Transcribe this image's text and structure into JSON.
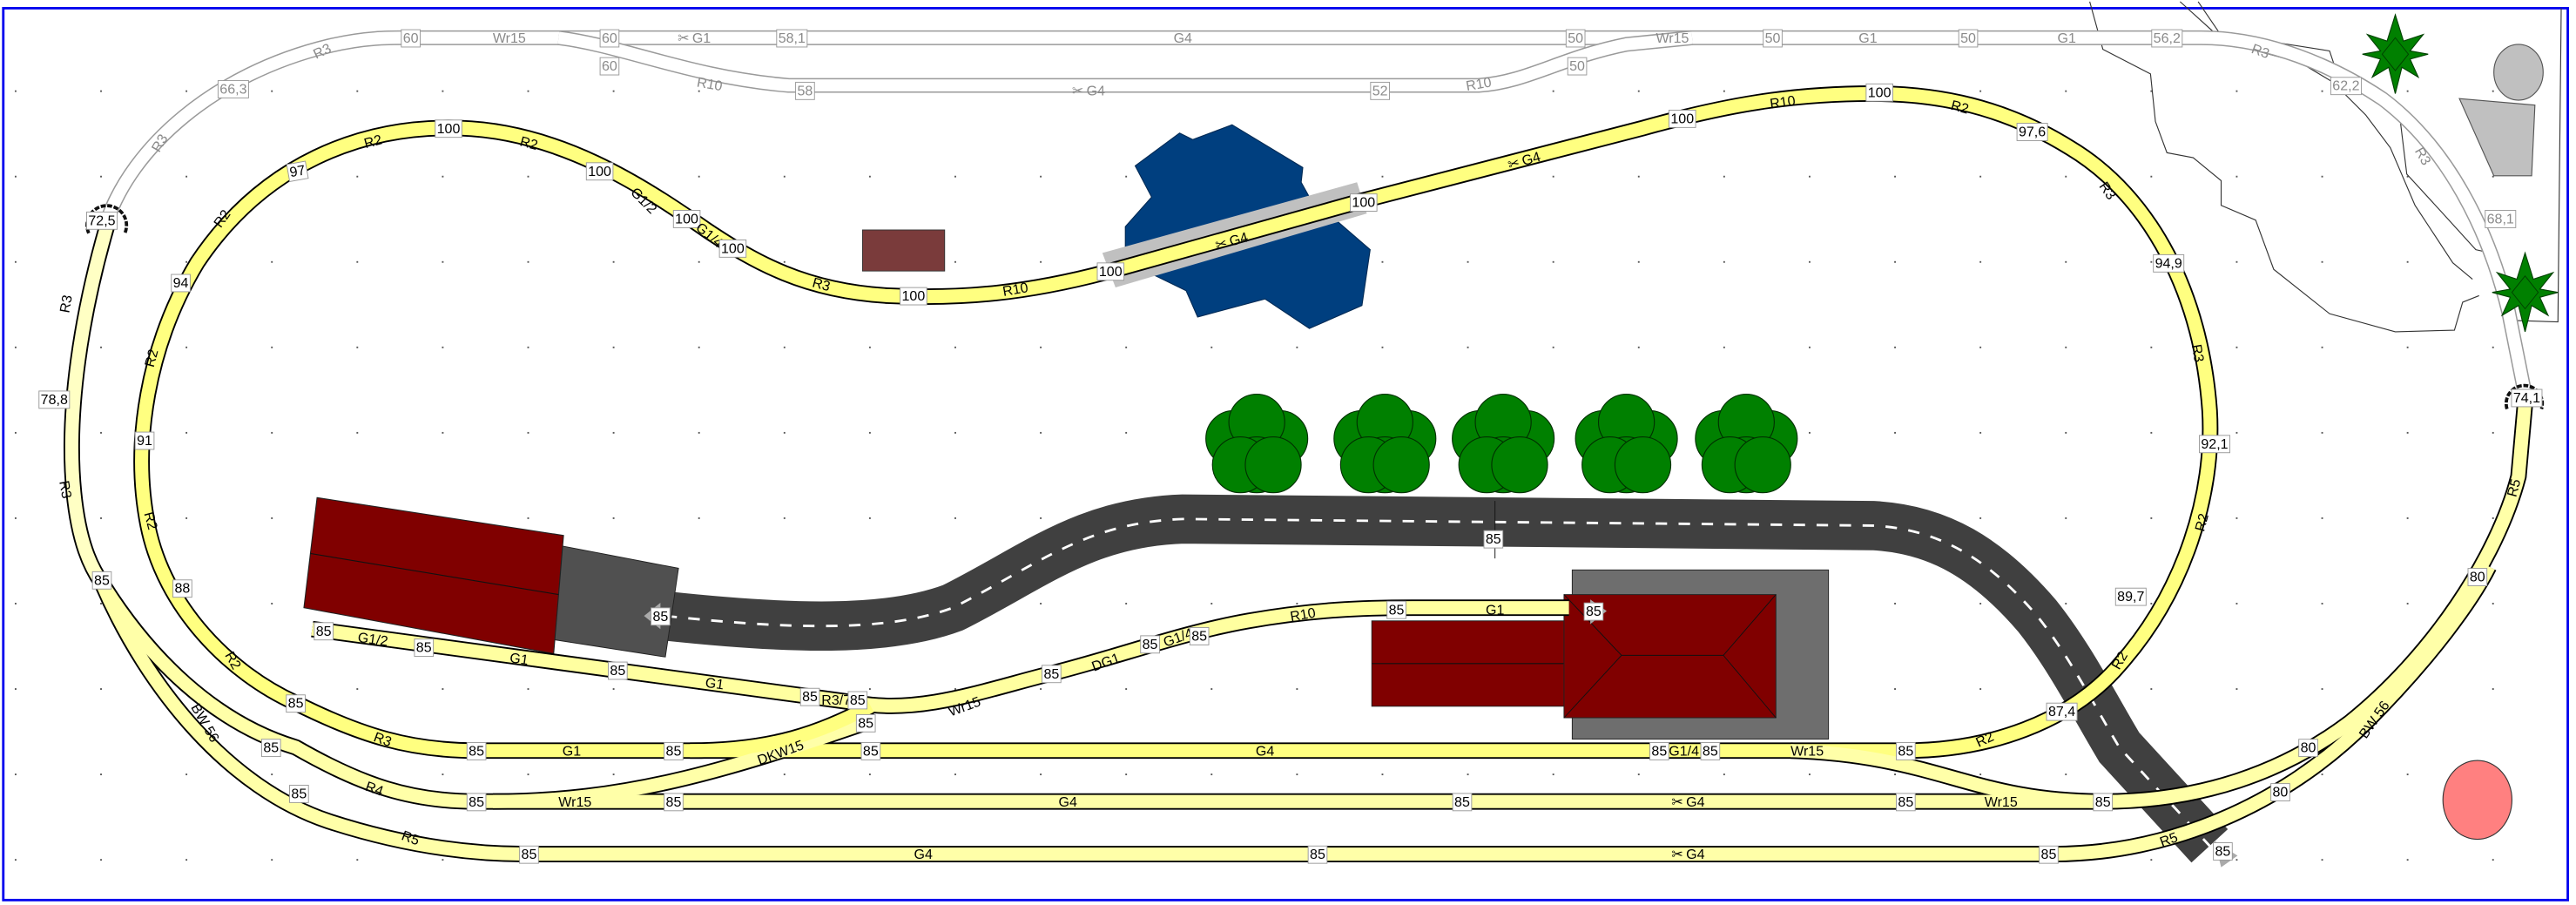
{
  "title": "Model railway track plan",
  "colors": {
    "border": "#0000ee",
    "track_fill": "#ffff80",
    "track_fill_light": "#ffffc4",
    "track_outline": "#000000",
    "hidden_track": "#9a9a9a",
    "road": "#404040",
    "building_roof": "#800000",
    "lake": "#003f7f",
    "tree": "#008000",
    "bridge": "#c0c0c0",
    "marker_circle": "#ff8080"
  },
  "labels": [
    "60",
    "Wr15",
    "60",
    "G1",
    "58,1",
    "G4",
    "50",
    "Wr15",
    "50",
    "G1",
    "50",
    "G1",
    "56,2",
    "R3",
    "62,2",
    "R3",
    "68,1",
    "74,1",
    "60",
    "R10",
    "58",
    "G4",
    "52",
    "R10",
    "50",
    "R3",
    "66,3",
    "R3",
    "72,5",
    "100",
    "R2",
    "R2",
    "97",
    "100",
    "G1/2",
    "100",
    "G1/4",
    "100",
    "R3",
    "100",
    "R10",
    "100",
    "G4",
    "100",
    "G4",
    "100",
    "R10",
    "100",
    "R2",
    "97,6",
    "R3",
    "94,9",
    "R3",
    "92,1",
    "R2",
    "89,7",
    "R2",
    "87,4",
    "R2",
    "94",
    "R2",
    "R2",
    "91",
    "R2",
    "88",
    "R2",
    "85",
    "R3",
    "85",
    "G1",
    "85",
    "DKW15",
    "85",
    "G4",
    "85",
    "G1/4",
    "85",
    "Wr15",
    "85",
    "85",
    "Wr15",
    "85",
    "G4",
    "85",
    "G4",
    "85",
    "Wr15",
    "85",
    "80",
    "R4",
    "85",
    "85",
    "G4",
    "85",
    "G4",
    "85",
    "R5",
    "80",
    "BW 56",
    "80",
    "R5",
    "R5",
    "85",
    "BW 56",
    "85",
    "R3",
    "78,8",
    "R3",
    "85",
    "G1/2",
    "85",
    "G1",
    "85",
    "G1",
    "85",
    "R3/7",
    "85",
    "85",
    "Wr15",
    "85",
    "DG1",
    "85",
    "G1/4",
    "85",
    "R10",
    "85",
    "G1",
    "85",
    "85",
    "85",
    "85"
  ]
}
